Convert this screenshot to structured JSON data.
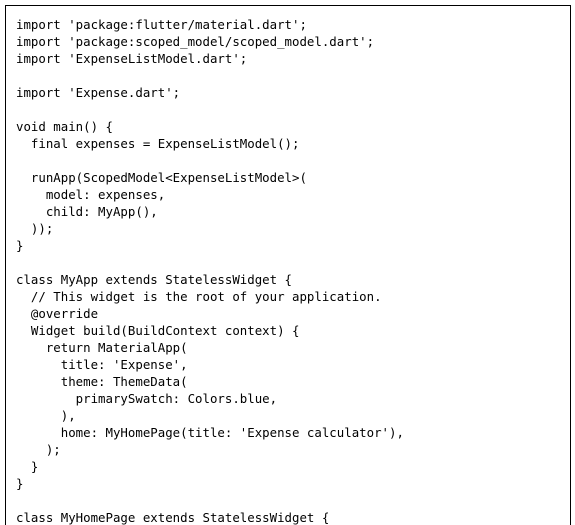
{
  "code": {
    "lines": [
      "import 'package:flutter/material.dart';",
      "import 'package:scoped_model/scoped_model.dart';",
      "import 'ExpenseListModel.dart';",
      "",
      "import 'Expense.dart';",
      "",
      "void main() {",
      "  final expenses = ExpenseListModel();",
      "",
      "  runApp(ScopedModel<ExpenseListModel>(",
      "    model: expenses,",
      "    child: MyApp(),",
      "  ));",
      "}",
      "",
      "class MyApp extends StatelessWidget {",
      "  // This widget is the root of your application.",
      "  @override",
      "  Widget build(BuildContext context) {",
      "    return MaterialApp(",
      "      title: 'Expense',",
      "      theme: ThemeData(",
      "        primarySwatch: Colors.blue,",
      "      ),",
      "      home: MyHomePage(title: 'Expense calculator'),",
      "    );",
      "  }",
      "}",
      "",
      "class MyHomePage extends StatelessWidget {"
    ]
  }
}
